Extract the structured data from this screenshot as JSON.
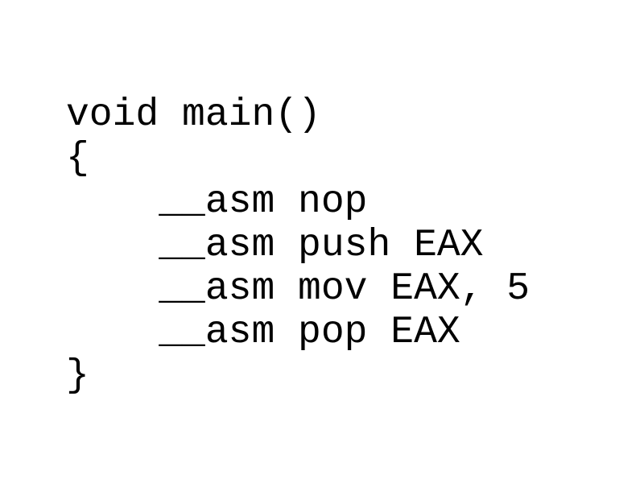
{
  "code": {
    "lines": [
      "void main()",
      "{",
      "    __asm nop",
      "    __asm push EAX",
      "    __asm mov EAX, 5",
      "    __asm pop EAX",
      "}"
    ]
  }
}
